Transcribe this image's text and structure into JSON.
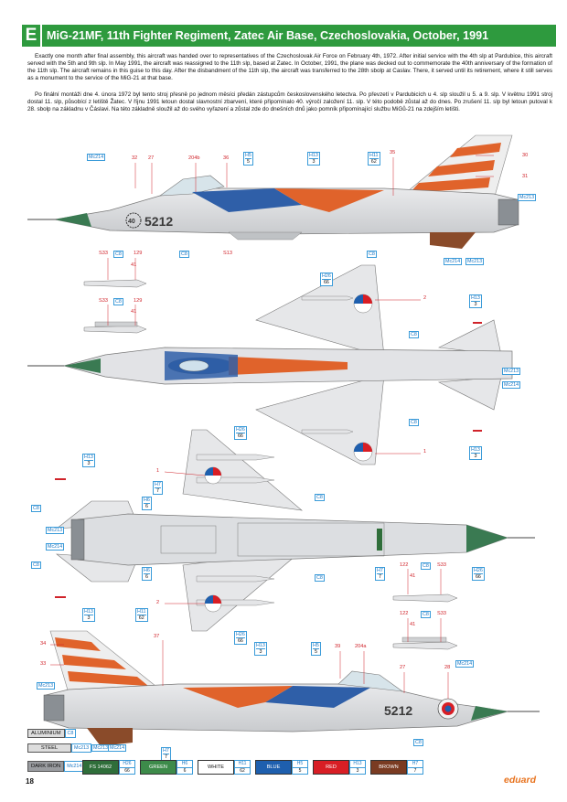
{
  "header": {
    "letter": "E",
    "title": "MiG-21MF, 11th Fighter Regiment, Zatec Air Base, Czechoslovakia, October, 1991"
  },
  "text_en": "Exactly one month after final assembly, this aircraft was handed over to representatives of the Czechoslovak Air Force on February 4th, 1972. After initial service with the 4th slp at Pardubice, this aircraft served with the 5th and 9th slp. In May 1991, the aircraft was reassigned to the 11th slp, based at Zatec. In October, 1991, the plane was decked out to commemorate the 40th anniversary of the formation of the 11th slp. The aircraft remains in this guise to this day. After the disbandment of the 11th slp, the aircraft was transferred to the 28th sbolp at Caslav. There, it served until its retirement, where it still serves as a monument to the service of the MiG-21 at that base.",
  "text_cz": "Po finální montáži dne 4. února 1972 byl tento stroj přesně po jednom měsíci předán zástupcům československého letectva. Po převzetí v Pardubicích u 4. slp sloužil u 5. a 9. slp. V květnu 1991 stroj dostal 11. slp, působící z letiště Žatec. V říjnu 1991 letoun dostal slavnostní zbarvení, které připomínalo 40. výročí založení 11. slp. V této podobě zůstal až do dnes. Po zrušení 11. slp byl letoun putoval k 28. sbolp na základnu v Čáslavi. Na této základně sloužil až do svého vyřazení a zůstal zde do dnešních dnů jako pomník připomínající službu MiGů-21 na zdejším letišti.",
  "aircraft": {
    "serial": "5212",
    "anniversary_badge": "40"
  },
  "callouts": {
    "view1": {
      "tags": [
        {
          "code": "Mc214",
          "sub": ""
        },
        {
          "code": "H5",
          "sub": "5"
        },
        {
          "code": "H13",
          "sub": "3"
        },
        {
          "code": "H11",
          "sub": "62"
        },
        {
          "code": "Mc213",
          "sub": ""
        },
        {
          "code": "C8",
          "sub": ""
        },
        {
          "code": "C8",
          "sub": ""
        },
        {
          "code": "Mc214",
          "sub": ""
        },
        {
          "code": "Mc213",
          "sub": ""
        }
      ],
      "numbers": [
        "32",
        "27",
        "204b",
        "36",
        "35",
        "30",
        "31",
        "S13"
      ]
    },
    "missiles_top": {
      "row1": [
        "S33",
        "C8",
        "129",
        "41"
      ],
      "row2": [
        "S33",
        "C8",
        "129",
        "41"
      ]
    },
    "view2": {
      "tags": [
        {
          "code": "H26",
          "sub": "66"
        },
        {
          "code": "H13",
          "sub": "3"
        },
        {
          "code": "C8",
          "sub": ""
        },
        {
          "code": "Mc213",
          "sub": ""
        },
        {
          "code": "Mc214",
          "sub": ""
        },
        {
          "code": "C8",
          "sub": ""
        },
        {
          "code": "H13",
          "sub": "3"
        }
      ],
      "numbers": [
        "2",
        "1"
      ]
    },
    "view3": {
      "tags": [
        {
          "code": "H26",
          "sub": "66"
        },
        {
          "code": "H13",
          "sub": "3"
        },
        {
          "code": "H7",
          "sub": "7"
        },
        {
          "code": "H6",
          "sub": "6"
        },
        {
          "code": "C8",
          "sub": ""
        },
        {
          "code": "C8",
          "sub": ""
        },
        {
          "code": "Mc213",
          "sub": ""
        },
        {
          "code": "Mc214",
          "sub": ""
        },
        {
          "code": "C8",
          "sub": ""
        },
        {
          "code": "H6",
          "sub": "6"
        },
        {
          "code": "C8",
          "sub": ""
        },
        {
          "code": "H7",
          "sub": "7"
        },
        {
          "code": "H26",
          "sub": "66"
        },
        {
          "code": "H26",
          "sub": "66"
        },
        {
          "code": "H13",
          "sub": "3"
        },
        {
          "code": "H26",
          "sub": "66"
        }
      ],
      "numbers": [
        "1",
        "2"
      ]
    },
    "missiles_bottom": {
      "row1": [
        "122",
        "41",
        "C8",
        "S33"
      ],
      "row2": [
        "122",
        "41",
        "C8",
        "S33"
      ]
    },
    "view4": {
      "tags": [
        {
          "code": "H11",
          "sub": "62"
        },
        {
          "code": "H13",
          "sub": "3"
        },
        {
          "code": "H5",
          "sub": "5"
        },
        {
          "code": "Mc214",
          "sub": ""
        },
        {
          "code": "Mc213",
          "sub": ""
        },
        {
          "code": "Mc213",
          "sub": ""
        },
        {
          "code": "Mc214",
          "sub": ""
        },
        {
          "code": "H7",
          "sub": "7"
        },
        {
          "code": "C8",
          "sub": ""
        }
      ],
      "numbers": [
        "37",
        "34",
        "33",
        "39",
        "204a",
        "27",
        "28"
      ]
    }
  },
  "metal_legend": [
    {
      "name": "ALUMINIUM",
      "code": "C8"
    },
    {
      "name": "STEEL",
      "code": "Mc213"
    },
    {
      "name": "DARK IRON",
      "code": "Mc214"
    }
  ],
  "paints": [
    {
      "name": "FS 14062",
      "code": "H26",
      "sub": "66",
      "color": "#2f6e3a",
      "text": "#ffffff"
    },
    {
      "name": "GREEN",
      "code": "H6",
      "sub": "6",
      "color": "#3d8b4a",
      "text": "#ffffff"
    },
    {
      "name": "WHITE",
      "code": "H11",
      "sub": "62",
      "color": "#ffffff",
      "text": "#111111"
    },
    {
      "name": "BLUE",
      "code": "H5",
      "sub": "5",
      "color": "#1e5fae",
      "text": "#ffffff"
    },
    {
      "name": "RED",
      "code": "H13",
      "sub": "3",
      "color": "#d81e25",
      "text": "#ffffff"
    },
    {
      "name": "BROWN",
      "code": "H7",
      "sub": "7",
      "color": "#7a3b22",
      "text": "#ffffff"
    }
  ],
  "page_number": "18",
  "brand": "eduard"
}
